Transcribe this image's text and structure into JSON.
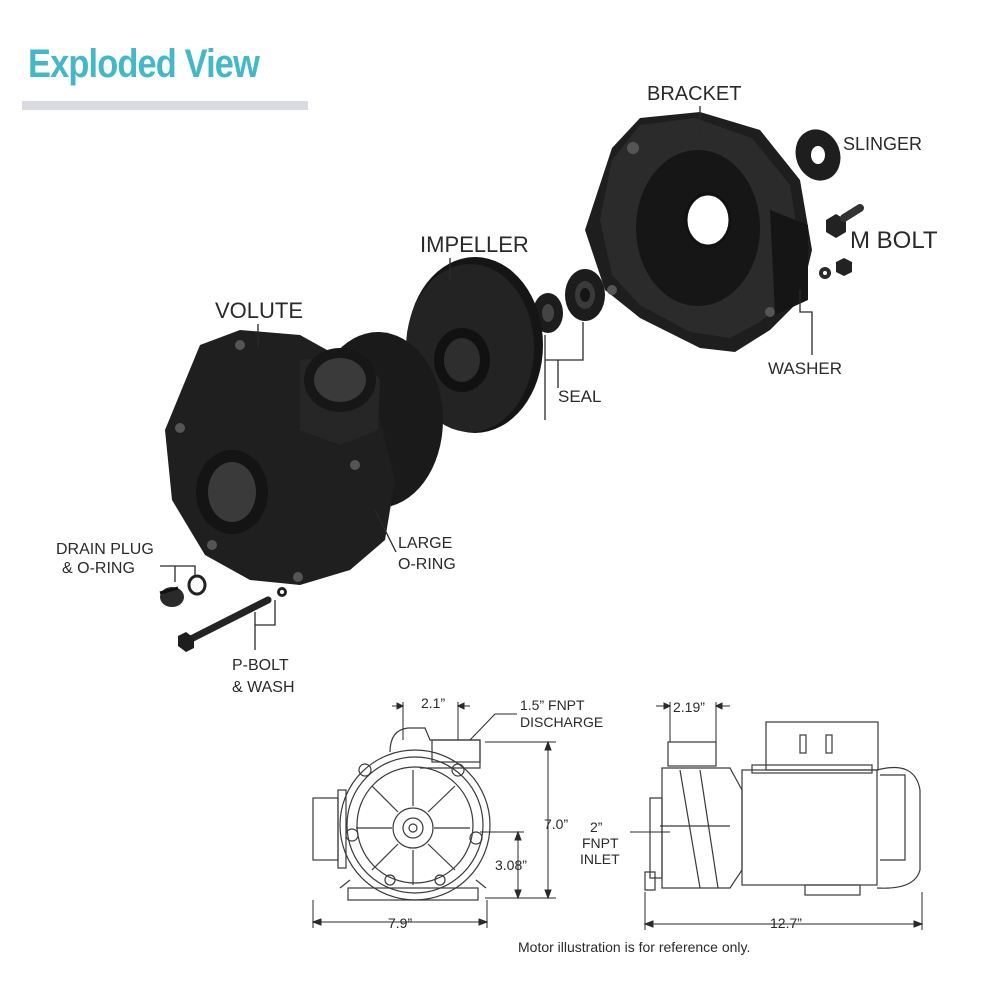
{
  "header": {
    "title": "Exploded View"
  },
  "parts": {
    "bracket": "BRACKET",
    "slinger": "SLINGER",
    "m_bolt": "M BOLT",
    "impeller": "IMPELLER",
    "volute": "VOLUTE",
    "washer": "WASHER",
    "seal": "SEAL",
    "drain_plug_line1": "DRAIN PLUG",
    "drain_plug_line2": "& O-RING",
    "large_oring_line1": "LARGE",
    "large_oring_line2": "O-RING",
    "pbolt_line1": "P-BOLT",
    "pbolt_line2": "& WASH"
  },
  "dimensions": {
    "front_top_width": "2.1”",
    "discharge_line1": "1.5” FNPT",
    "discharge_line2": "DISCHARGE",
    "side_top_width": "2.19”",
    "height": "7.0”",
    "inlet_height": "3.08”",
    "inlet_line1": "2”",
    "inlet_line2": "FNPT",
    "inlet_line3": "INLET",
    "front_width": "7.9”",
    "side_length": "12.7”"
  },
  "footnote": "Motor illustration is for reference only.",
  "colors": {
    "accent": "#45b8c7",
    "part": "#1c1c1c",
    "line": "#2a2a2a"
  }
}
